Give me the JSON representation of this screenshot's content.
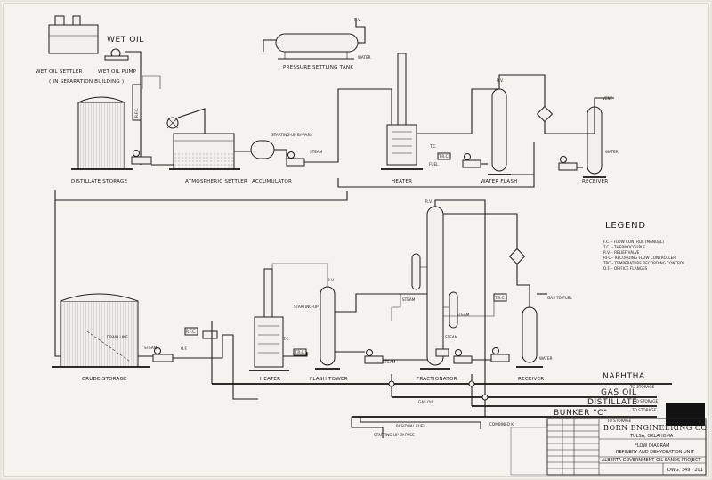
{
  "upper": {
    "wet_oil_settler": "WET OIL SETTLER",
    "wet_oil_pump": "WET OIL PUMP",
    "wet_oil": "WET OIL",
    "separation_note": "( IN SEPARATION BUILDING )",
    "distillate_storage": "DISTILLATE STORAGE",
    "atmospheric_settler": "ATMOSPHERIC SETTLER",
    "accumulator": "ACCUMULATOR",
    "pressure_settling_tank": "PRESSURE SETTLING TANK",
    "heater": "HEATER",
    "water_flash": "WATER FLASH",
    "receiver": "RECEIVER"
  },
  "lower": {
    "crude_storage": "CRUDE STORAGE",
    "heater": "HEATER",
    "flash_tower": "FLASH TOWER",
    "fractionator": "FRACTIONATOR",
    "receiver": "RECEIVER"
  },
  "legend": {
    "title": "LEGEND",
    "items": [
      "F.C.-- FLOW CONTROL (MANUAL)",
      "T.C.-- THERMOCOUPLE",
      "R.V.-- RELIEF VALVE",
      "RFC-- RECORDING FLOW CONTROLLER",
      "TRC-- TEMPERATURE RECORDING CONTROL",
      "O.F.-- ORIFICE FLANGES"
    ]
  },
  "products": {
    "naphtha": "NAPHTHA",
    "gas_oil": "GAS OIL",
    "distillate": "DISTILLATE",
    "bunker_c": "BUNKER \"C\"",
    "to_storage": "TO STORAGE"
  },
  "small_labels": {
    "gas_to_fuel": "GAS TO FUEL",
    "gas_oil_small": "GAS OIL",
    "residual_fuel": "RESIDUAL FUEL",
    "combined_k": "COMBINED K",
    "starting_up_bypass": "STARTING-UP BY-PASS",
    "steam": "STEAM",
    "water": "WATER",
    "vent": "VENT",
    "rv": "R.V.",
    "fuel": "FUEL",
    "trc": "T.R.C.",
    "rfc": "R.F.C.",
    "tc": "T.C.",
    "of": "O.F.",
    "drain_line": "DRAIN LINE"
  },
  "title_block": {
    "company": "BORN ENGINEERING CO.",
    "city": "TULSA, OKLAHOMA",
    "drawing_title": "FLOW DIAGRAM",
    "drawing_subtitle": "REFINERY AND DEHYDRATION UNIT",
    "project": "ALBERTA GOVERNMENT OIL SANDS PROJECT",
    "dwg_no": "DWG. 349 - 201"
  }
}
